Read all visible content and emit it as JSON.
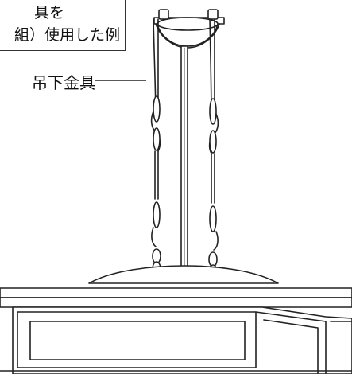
{
  "caption": {
    "line1": "具を",
    "line2": "組）使用した例"
  },
  "label": {
    "text": "吊下金具"
  }
}
